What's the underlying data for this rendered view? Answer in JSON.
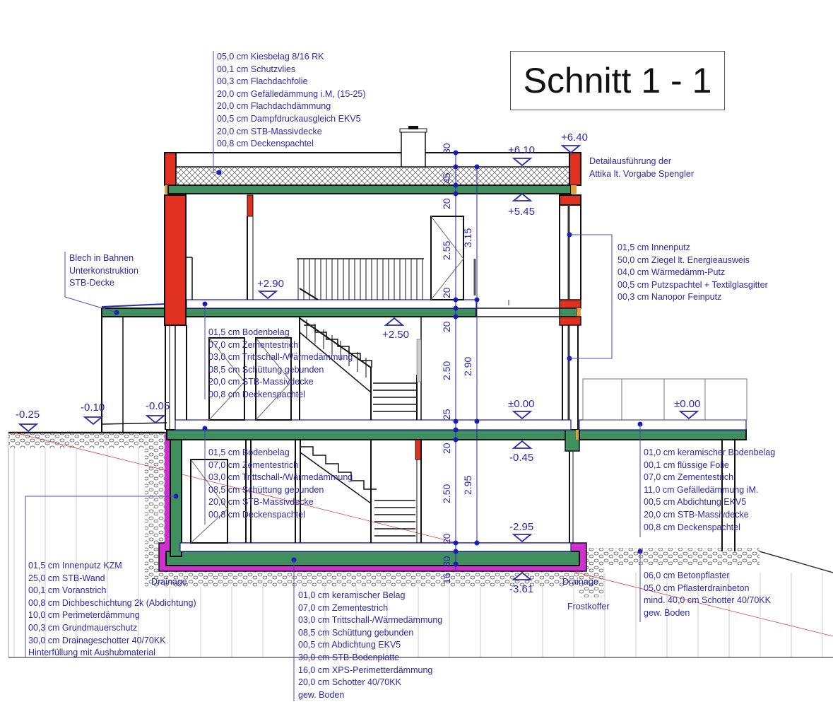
{
  "title": "Schnitt 1 - 1",
  "colors": {
    "annotation": "#2a2ab0",
    "masonry": "#e03020",
    "concrete": "#3f8f5f",
    "waterproofing": "#d030d0",
    "insulation_joint": "#e0a040",
    "cut_line": "#e04040"
  },
  "levels": {
    "attika": "+6.40",
    "roof_top": "+6.10",
    "upper_ceiling": "+5.45",
    "upper_floor": "+2.90",
    "ground_ceiling": "+2.50",
    "ground_floor": "±0.00",
    "terrace": "±0.00",
    "basement_ceiling": "-0.45",
    "basement_floor": "-2.95",
    "foundation": "-3.61",
    "terrain_left": "-0.25",
    "terrain_mid": "-0.10",
    "terrain_entry": "-0.05"
  },
  "dimensions": {
    "chain_outer": [
      "30",
      "45",
      "20",
      "2.55",
      "20",
      "20",
      "2.50",
      "25",
      "20",
      "2.50",
      "20",
      "30",
      "16"
    ],
    "chain_inner": [
      "3.15",
      "2.90",
      "2.95"
    ]
  },
  "annotations": {
    "roof_build_up": [
      "05,0 cm Kiesbelag 8/16 RK",
      "00,1 cm Schutzvlies",
      "00,3 cm Flachdachfolie",
      "20,0 cm Gefälledämmung i.M, (15-25)",
      "20,0 cm Flachdachdämmung",
      "00,5 cm Dampfdruckausgleich EKV5",
      "20,0 cm STB-Massivdecke",
      "00,8 cm Deckenspachtel"
    ],
    "attika_note": [
      "Detailausführung der",
      "Attika lt. Vorgabe Spengler"
    ],
    "outer_wall": [
      "01,5 cm Innenputz",
      "50,0 cm Ziegel lt. Energieausweis",
      "04,0 cm Wärmedämm-Putz",
      "00,5 cm Putzspachtel + Textilglasgitter",
      "00,3 cm Nanopor Feinputz"
    ],
    "canopy": [
      "Blech in Bahnen",
      "Unterkonstruktion",
      "STB-Decke"
    ],
    "upper_floor_build_up": [
      "01,5 cm Bodenbelag",
      "07,0 cm Zementestrich",
      "03,0 cm Trittschall-/Wärmedämmung",
      "08,5 cm Schüttung gebunden",
      "20,0 cm STB-Massivdecke",
      "00,8 cm Deckenspachtel"
    ],
    "ground_floor_build_up": [
      "01,5 cm Bodenbelag",
      "07,0 cm Zementestrich",
      "03,0 cm Trittschall-/Wärmedämmung",
      "08,5 cm Schüttung gebunden",
      "20,0 cm STB-Massivdecke",
      "00,8 cm Deckenspachtel"
    ],
    "terrace_build_up": [
      "01,0 cm keramischer Bodenbelag",
      "00,1 cm flüssige Folie",
      "07,0 cm Zementestrich",
      "11,0 cm Gefälledämmung iM.",
      "00,5 cm Abdichtung EKV5",
      "20,0 cm STB-Massivdecke",
      "00,8 cm Deckenspachtel"
    ],
    "basement_wall": [
      "01,5 cm Innenputz KZM",
      "25,0 cm STB-Wand",
      "00,1 cm Voranstrich",
      "00,8 cm Dichbeschichtung 2k (Abdichtung)",
      "10,0 cm Perimeterdämmung",
      "00,3 cm Grundmauerschutz",
      "30,0 cm Drainageschotter 40/70KK",
      "Hinterfüllung mit Aushubmaterial"
    ],
    "basement_slab": [
      "01,0 cm keramischer Belag",
      "07,0 cm Zementestrich",
      "03,0 cm Trittschall-/Wärmedämmung",
      "08,5 cm Schüttung gebunden",
      "00,5 cm Abdichtung EKV5",
      "30,0 cm STB-Bodenplatte",
      "16,0 cm XPS-Perimetterdämmung",
      "20,0 cm Schotter 40/70KK",
      "gew. Boden"
    ],
    "paving": [
      "06,0 cm Betonpflaster",
      "05,0 cm Pflasterdrainbeton",
      "mind. 40,0 cm Schotter 40/70KK",
      "gew. Boden"
    ],
    "drainage_left": "Drainage",
    "drainage_right": "Drainage",
    "frostkoffer": "Frostkoffer"
  }
}
